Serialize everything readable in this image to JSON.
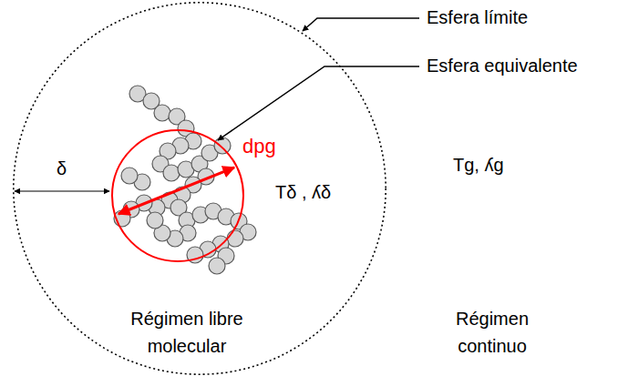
{
  "diagram": {
    "nodes": [
      {
        "text": [
          "Esfera límite",
          "Tδ , ʎδ",
          "Régimen libre molecular"
        ]
      },
      {
        "text": [
          "Esfera equivalente",
          "dpg"
        ],
        "in": 0
      }
    ],
    "labels": [
      "δ",
      "Tg, ʎg",
      "Régimen continuo"
    ]
  }
}
